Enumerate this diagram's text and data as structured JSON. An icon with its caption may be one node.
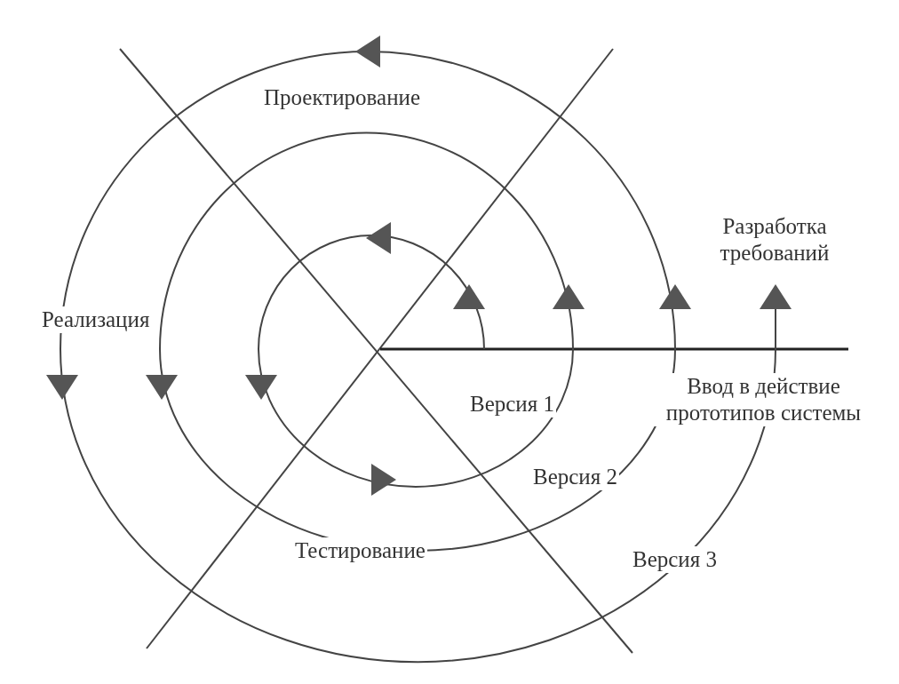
{
  "diagram": {
    "labels": [
      "Проектирование",
      "Разработка требований",
      "Реализация",
      "Версия 1",
      "Ввод в действие прототипов системы",
      "Версия 2",
      "Тестирование",
      "Версия 3"
    ]
  }
}
